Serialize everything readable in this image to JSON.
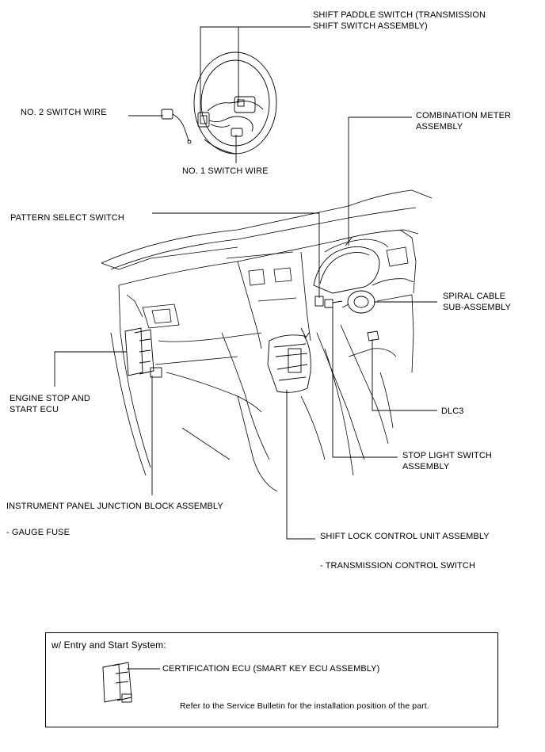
{
  "labels": {
    "shift_paddle_1": "SHIFT PADDLE SWITCH (TRANSMISSION",
    "shift_paddle_2": "SHIFT SWITCH ASSEMBLY)",
    "no2_switch_wire": "NO. 2 SWITCH WIRE",
    "no1_switch_wire": "NO. 1 SWITCH WIRE",
    "combination_meter_1": "COMBINATION METER",
    "combination_meter_2": "ASSEMBLY",
    "pattern_select": "PATTERN SELECT SWITCH",
    "spiral_cable_1": "SPIRAL CABLE",
    "spiral_cable_2": "SUB-ASSEMBLY",
    "engine_stop_1": "ENGINE STOP AND",
    "engine_stop_2": "START ECU",
    "dlc3": "DLC3",
    "stop_light_1": "STOP LIGHT SWITCH",
    "stop_light_2": "ASSEMBLY",
    "instrument_panel_jb": "INSTRUMENT PANEL JUNCTION BLOCK ASSEMBLY",
    "gauge_fuse": "- GAUGE FUSE",
    "shift_lock": "SHIFT LOCK CONTROL UNIT ASSEMBLY",
    "transmission_control": "- TRANSMISSION CONTROL SWITCH"
  },
  "inset": {
    "title": "w/ Entry and Start System:",
    "certification_ecu": "CERTIFICATION ECU (SMART KEY ECU ASSEMBLY)",
    "note": "Refer to the Service Bulletin for the installation position of the part."
  }
}
